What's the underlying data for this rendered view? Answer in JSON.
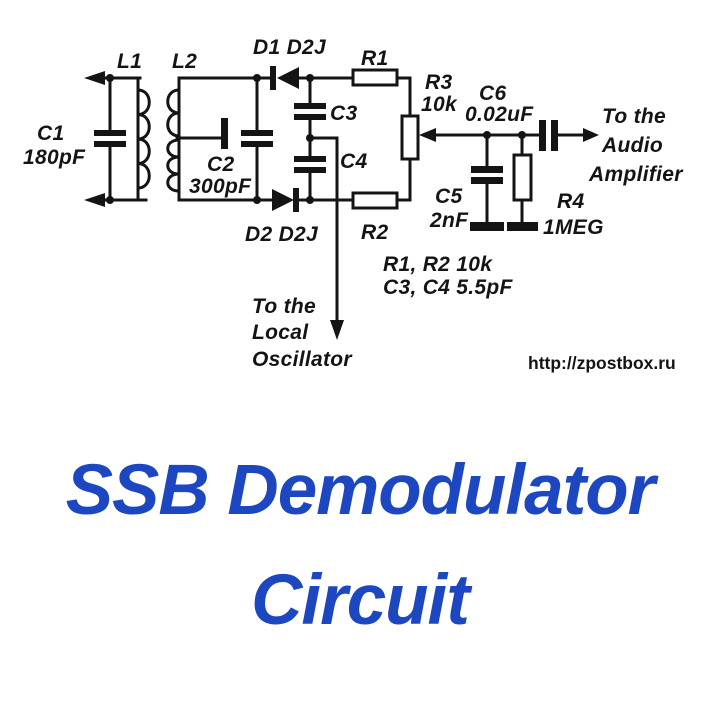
{
  "schematic": {
    "components": {
      "l1": "L1",
      "l2": "L2",
      "c1_name": "C1",
      "c1_value": "180pF",
      "c2_name": "C2",
      "c2_value": "300pF",
      "d1": "D1 D2J",
      "d2": "D2 D2J",
      "c3": "C3",
      "c4": "C4",
      "r1": "R1",
      "r2": "R2",
      "r3_name": "R3",
      "r3_value": "10k",
      "c5_name": "C5",
      "c5_value": "2nF",
      "c6_name": "C6",
      "c6_value": "0.02uF",
      "r4_name": "R4",
      "r4_value": "1MEG"
    },
    "annotations": {
      "audio_out_line1": "To the",
      "audio_out_line2": "Audio",
      "audio_out_line3": "Amplifier",
      "lo_line1": "To the",
      "lo_line2": "Local",
      "lo_line3": "Oscillator",
      "notes_line1": "R1, R2 10k",
      "notes_line2": "C3, C4 5.5pF",
      "credit_url": "http://zpostbox.ru"
    }
  },
  "title": {
    "line1": "SSB Demodulator",
    "line2": "Circuit",
    "color": "#1c47c0"
  },
  "colors": {
    "background": "#ffffff",
    "ink": "#141414"
  }
}
